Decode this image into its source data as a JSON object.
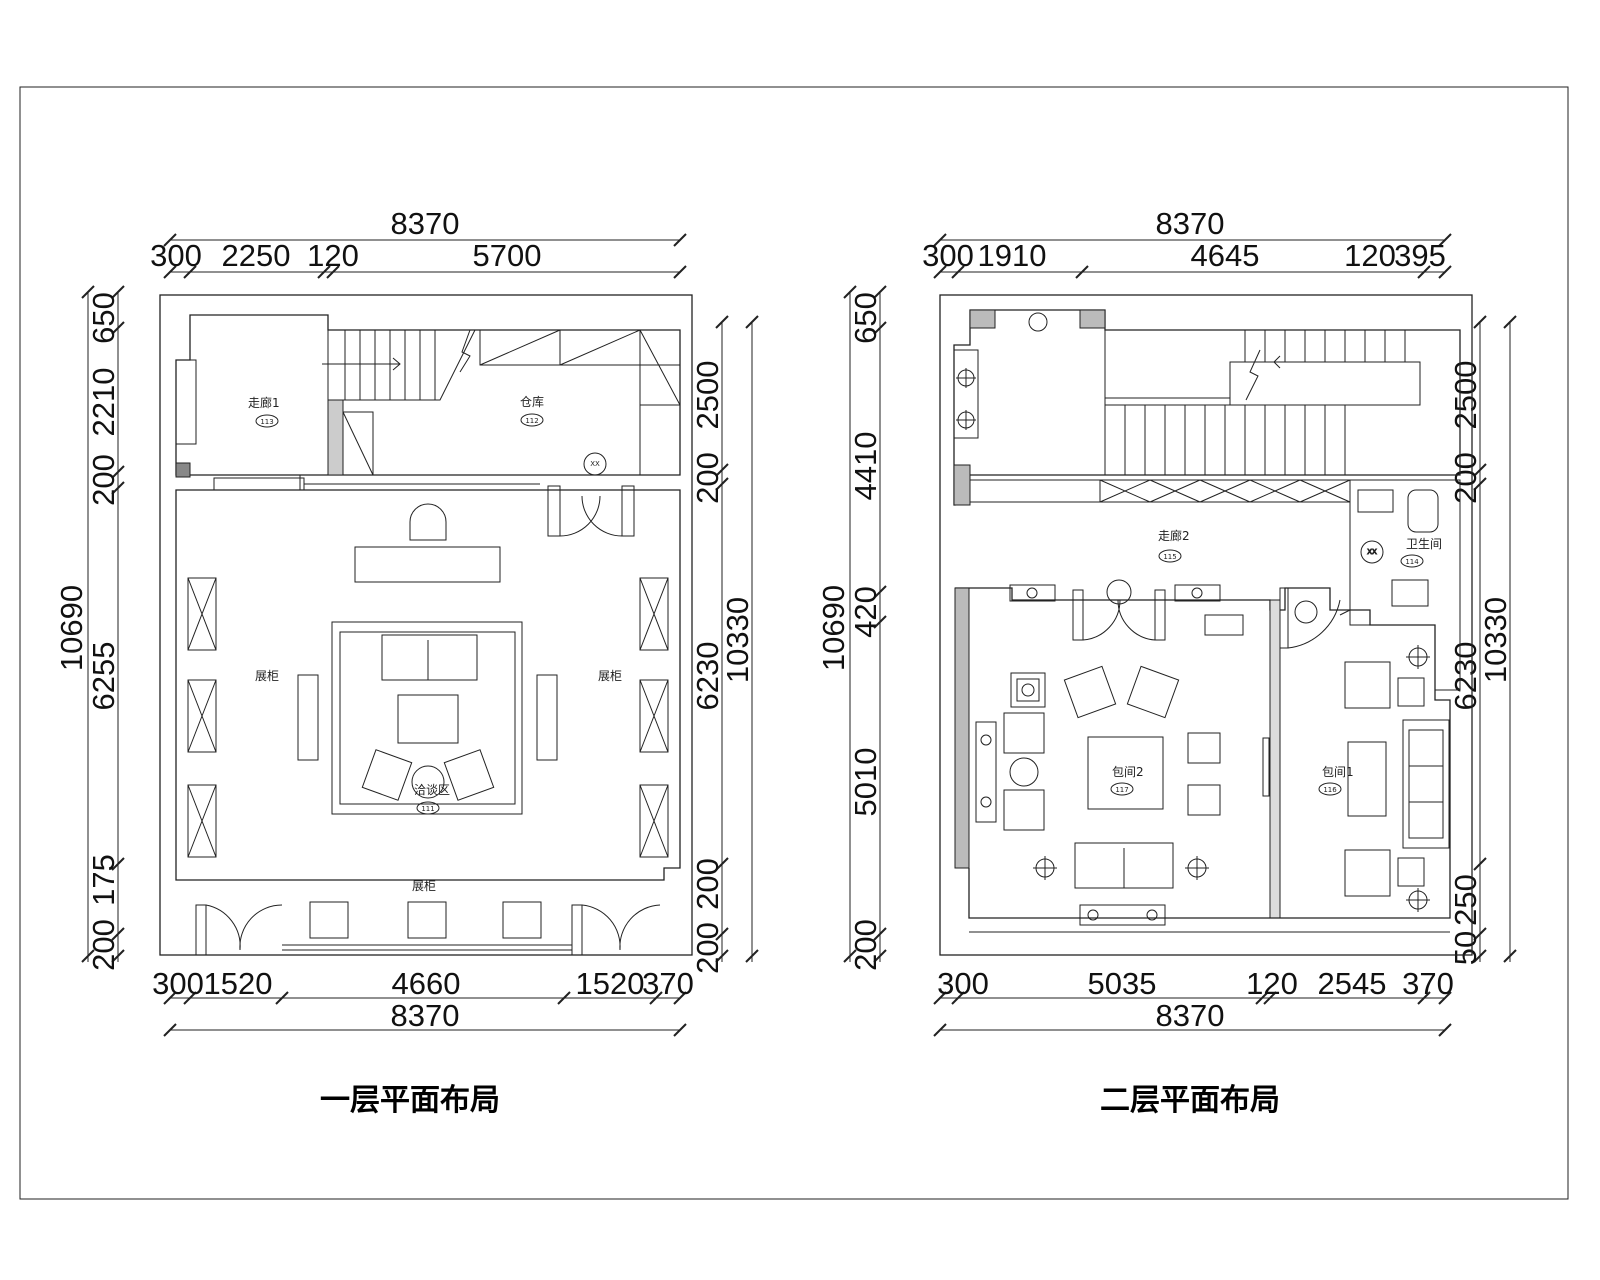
{
  "plans": [
    {
      "title": "一层平面布局",
      "top_total": "8370",
      "top_segments": [
        "300",
        "2250",
        "120",
        "5700"
      ],
      "bottom_total": "8370",
      "bottom_segments": [
        "300",
        "1520",
        "4660",
        "1520",
        "370"
      ],
      "left_total": "10690",
      "left_segments": [
        "650",
        "2210",
        "200",
        "6255",
        "175",
        "200"
      ],
      "right_total": "10330",
      "right_segments": [
        "2500",
        "200",
        "6230",
        "200",
        "200"
      ],
      "rooms": [
        {
          "name": "走廊1",
          "tag": "113"
        },
        {
          "name": "仓库",
          "tag": "112"
        },
        {
          "name": "展柜",
          "tag": ""
        },
        {
          "name": "展柜",
          "tag": ""
        },
        {
          "name": "展柜",
          "tag": ""
        },
        {
          "name": "洽谈区",
          "tag": "111"
        }
      ],
      "door_tag": "XX"
    },
    {
      "title": "二层平面布局",
      "top_total": "8370",
      "top_segments": [
        "300",
        "1910",
        "4645",
        "120",
        "395"
      ],
      "bottom_total": "8370",
      "bottom_segments": [
        "300",
        "5035",
        "120",
        "2545",
        "370"
      ],
      "left_total": "10690",
      "left_segments": [
        "650",
        "4410",
        "420",
        "5010",
        "200"
      ],
      "right_total": "10330",
      "right_segments": [
        "2500",
        "200",
        "6230",
        "250",
        "50"
      ],
      "rooms": [
        {
          "name": "走廊2",
          "tag": "115"
        },
        {
          "name": "卫生间",
          "tag": "114"
        },
        {
          "name": "包间2",
          "tag": "117"
        },
        {
          "name": "包间1",
          "tag": "116"
        }
      ],
      "door_tag": "XX"
    }
  ]
}
